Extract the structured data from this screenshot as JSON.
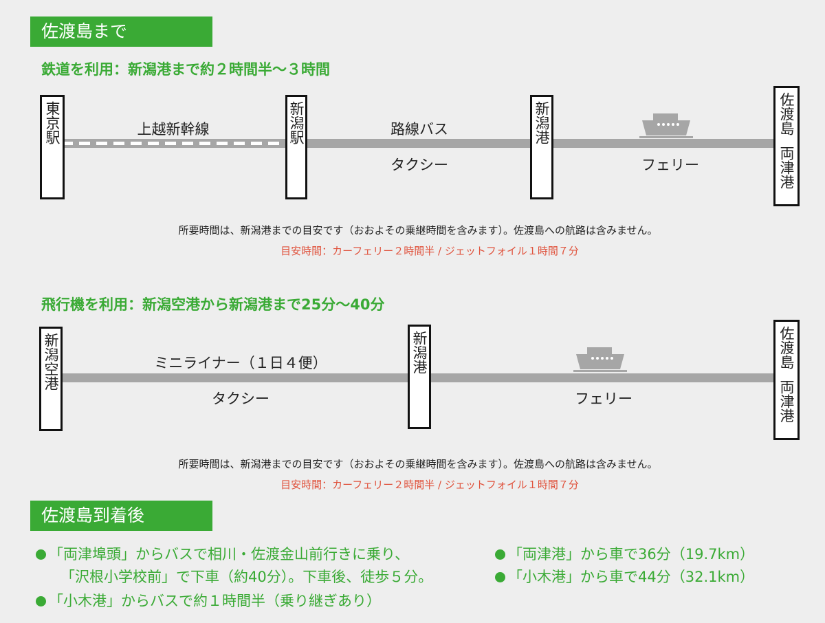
{
  "section1": {
    "header": "佐渡島まで"
  },
  "route1": {
    "title": "鉄道を利用：新潟港まで約２時間半〜３時間",
    "stations": [
      "東京駅",
      "新潟駅",
      "新潟港"
    ],
    "destination": [
      "佐渡島",
      "両津港"
    ],
    "segment1_label": "上越新幹線",
    "segment2_label_top": "路線バス",
    "segment2_label_bottom": "タクシー",
    "segment3_label": "フェリー",
    "note": "所要時間は、新潟港までの目安です（おおよその乗継時間を含みます）。佐渡島への航路は含みません。",
    "note_red": "目安時間：カーフェリー２時間半 / ジェットフォイル１時間７分"
  },
  "route2": {
    "title": "飛行機を利用：新潟空港から新潟港まで25分〜40分",
    "stations": [
      "新潟空港",
      "新潟港"
    ],
    "destination": [
      "佐渡島",
      "両津港"
    ],
    "segment1_label_top": "ミニライナー（１日４便）",
    "segment1_label_bottom": "タクシー",
    "segment2_label": "フェリー",
    "note": "所要時間は、新潟港までの目安です（おおよその乗継時間を含みます）。佐渡島への航路は含みません。",
    "note_red": "目安時間：カーフェリー２時間半 / ジェットフォイル１時間７分"
  },
  "section2": {
    "header": "佐渡島到着後",
    "items": [
      "「両津埠頭」からバスで相川・佐渡金山前行きに乗り、",
      "「沢根小学校前」で下車（約40分）。下車後、徒歩５分。",
      "「小木港」からバスで約１時間半（乗り継ぎあり）",
      "「両津港」から車で36分（19.7km）",
      "「小木港」から車で44分（32.1km）"
    ]
  },
  "icons": {
    "ferry": "ferry-icon",
    "bullet": "bullet-dot-icon"
  },
  "colors": {
    "accent": "#3aaa35",
    "line": "#a6a6a6",
    "note_red": "#e0523c"
  }
}
